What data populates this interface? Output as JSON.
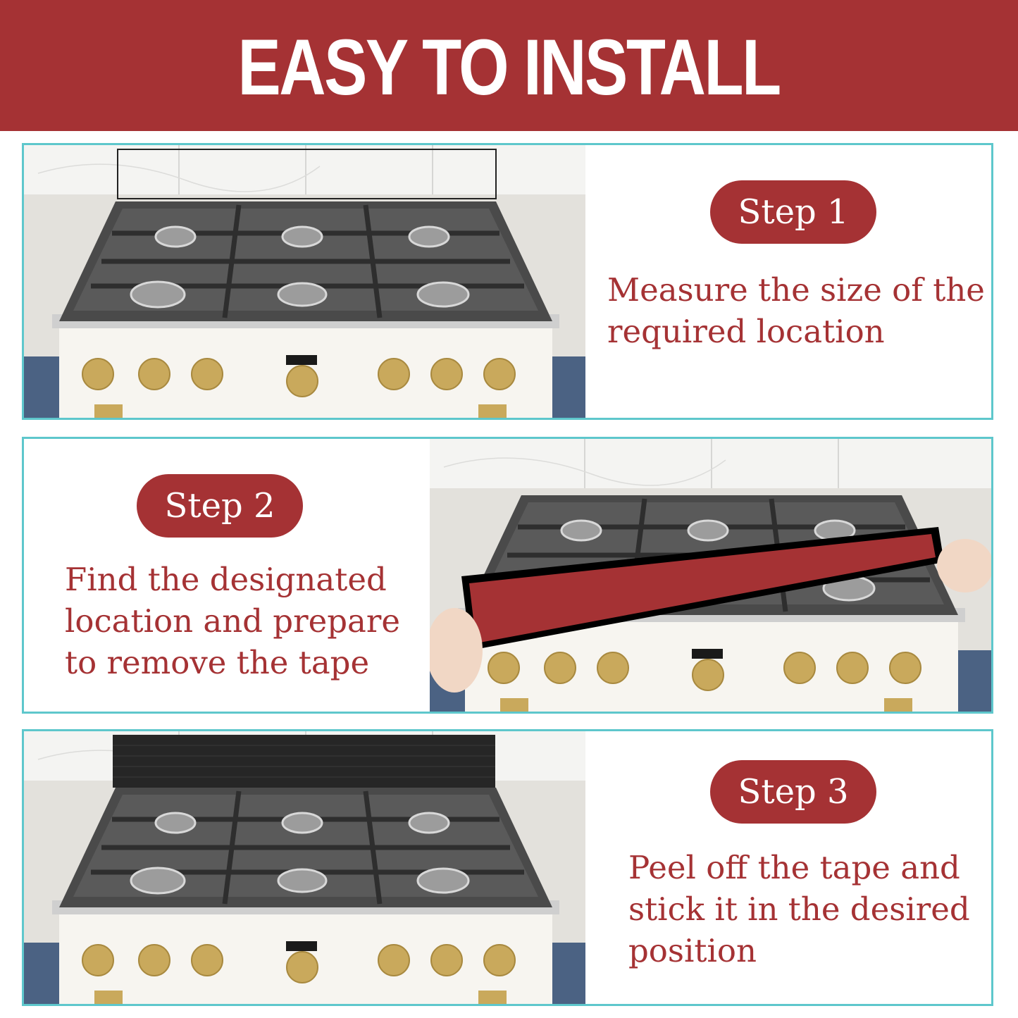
{
  "banner": {
    "title": "EASY TO INSTALL"
  },
  "colors": {
    "accent": "#a53234",
    "frame": "#5ec7cc",
    "text_on_accent": "#ffffff"
  },
  "steps": [
    {
      "badge": "Step 1",
      "description": "Measure the size of the\nrequired location"
    },
    {
      "badge": "Step 2",
      "description": "Find the designated\nlocation and prepare\nto remove the tape"
    },
    {
      "badge": "Step 3",
      "description": "Peel off the tape and\nstick it in the desired\nposition"
    }
  ]
}
